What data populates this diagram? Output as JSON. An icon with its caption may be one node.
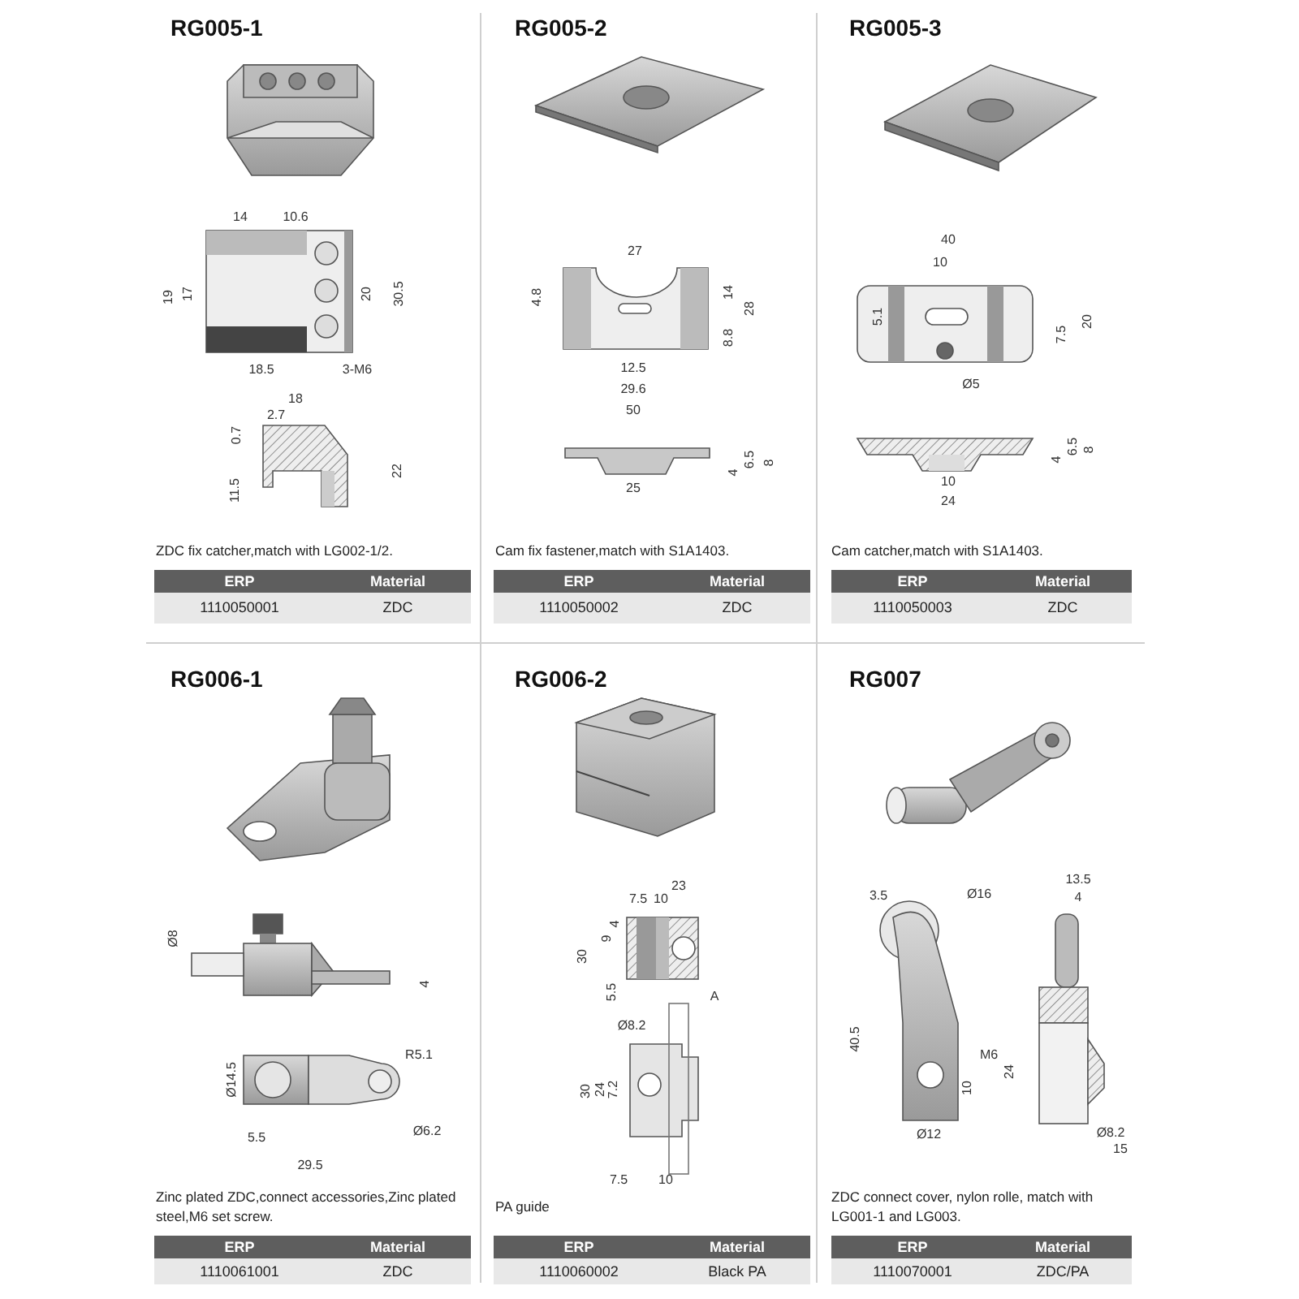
{
  "diagram": {
    "labels": [
      "RG005-1",
      "RG005-2",
      "RG005-3",
      "14",
      "10.6",
      "19",
      "17",
      "20",
      "30.5",
      "18.5",
      "3-M6",
      "18",
      "2.7",
      "0.7",
      "11.5",
      "22",
      "27",
      "4.8",
      "14",
      "28",
      "8.8",
      "12.5",
      "29.6",
      "50",
      "25",
      "4",
      "6.5",
      "8",
      "40",
      "10",
      "5.1",
      "20",
      "7.5",
      "Ø5",
      "4",
      "6.5",
      "8",
      "10",
      "24",
      "ZDC fix catcher,match with LG002-1/2.",
      "Cam fix fastener,match with S1A1403.",
      "Cam catcher,match with S1A1403.",
      "ERP",
      "Material",
      "1110050001",
      "ZDC",
      "ERP",
      "Material",
      "1110050002",
      "ZDC",
      "ERP",
      "Material",
      "1110050003",
      "ZDC",
      "RG006-1",
      "RG006-2",
      "RG007",
      "Ø8",
      "4",
      "Ø14.5",
      "R5.1",
      "Ø6.2",
      "5.5",
      "29.5",
      "23",
      "7.5",
      "10",
      "30",
      "4",
      "9",
      "5.5",
      "A",
      "Ø8.2",
      "30",
      "24",
      "7.2",
      "7.5",
      "10",
      "3.5",
      "Ø16",
      "13.5",
      "4",
      "40.5",
      "M6",
      "24",
      "10",
      "Ø12",
      "Ø8.2",
      "15",
      "Zinc plated ZDC,connect accessories,Zinc plated steel,M6 set screw.",
      "PA guide",
      "ZDC connect cover, nylon rolle, match with LG001-1 and LG003.",
      "ERP",
      "Material",
      "1110061001",
      "ZDC",
      "ERP",
      "Material",
      "1110060002",
      "Black PA",
      "ERP",
      "Material",
      "1110070001",
      "ZDC/PA"
    ]
  }
}
